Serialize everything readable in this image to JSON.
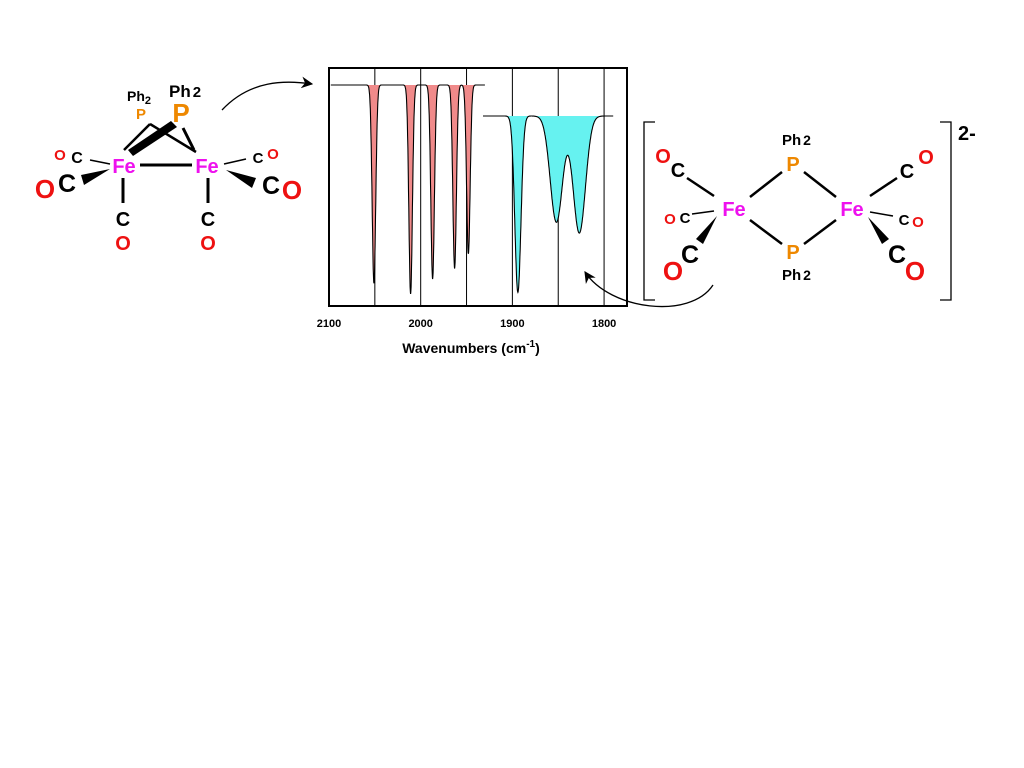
{
  "colors": {
    "iron": "#ee11ee",
    "oxygen": "#ee1111",
    "phosphorus": "#ee8800",
    "carbon": "#000000",
    "neutral_bands_fill": "#f08a8a",
    "dianion_bands_fill": "#66f2f0"
  },
  "left_molecule": {
    "iron_left": "Fe",
    "iron_right": "Fe",
    "phosphorus_back": "P",
    "phosphorus_front": "P",
    "phenyl_back": "Ph",
    "phenyl_back_sub": "2",
    "phenyl_front": "Ph",
    "phenyl_front_sub": "2",
    "carbon": "C",
    "oxygen": "O"
  },
  "right_molecule": {
    "iron_left": "Fe",
    "iron_right": "Fe",
    "phosphorus": "P",
    "phenyl": "Ph",
    "phenyl_sub": "2",
    "carbon": "C",
    "oxygen": "O",
    "charge": "2-"
  },
  "chart_data": {
    "type": "line",
    "xlabel": "Wavenumbers (cm",
    "xlabel_sup": "-1",
    "xlabel_close": ")",
    "xlim": [
      2100,
      1775
    ],
    "x_reversed": true,
    "tick_values": [
      2050,
      2000,
      1950,
      1900,
      1850,
      1800
    ],
    "tick_labels": [
      {
        "value": 2100,
        "label": "2100"
      },
      {
        "value": 2000,
        "label": "2000"
      },
      {
        "value": 1900,
        "label": "1900"
      },
      {
        "value": 1800,
        "label": "1800"
      }
    ],
    "series": [
      {
        "x_range": [
          2098,
          1930
        ],
        "bands": [
          {
            "x": 2051,
            "depth": 0.94
          },
          {
            "x": 2011,
            "depth": 0.99
          },
          {
            "x": 1987,
            "depth": 0.92
          },
          {
            "x": 1963,
            "depth": 0.87
          },
          {
            "x": 1948,
            "depth": 0.8
          }
        ]
      },
      {
        "x_range": [
          1932,
          1790
        ],
        "bands": [
          {
            "x": 1894,
            "depth": 0.98
          },
          {
            "x": 1852,
            "depth": 0.59
          },
          {
            "x": 1827,
            "depth": 0.65
          }
        ]
      }
    ]
  }
}
